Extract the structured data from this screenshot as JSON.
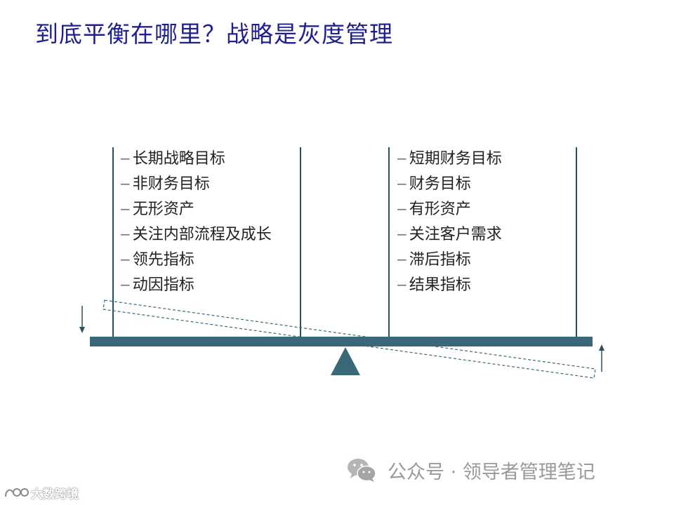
{
  "title": "到底平衡在哪里？战略是灰度管理",
  "left_items": [
    "长期战略目标",
    "非财务目标",
    "无形资产",
    "关注内部流程及成长",
    "领先指标",
    "动因指标"
  ],
  "right_items": [
    "短期财务目标",
    "财务目标",
    "有形资产",
    "关注客户需求",
    "滞后指标",
    "结果指标"
  ],
  "colors": {
    "title": "#1f1f8f",
    "beam": "#3a6878",
    "accent": "#2a5060"
  },
  "watermark": {
    "text": "公众号 · 领导者管理笔记",
    "icon": "wechat-icon"
  },
  "corner_logo": {
    "text": "大数跨境",
    "icon": "logo-mark-icon"
  }
}
